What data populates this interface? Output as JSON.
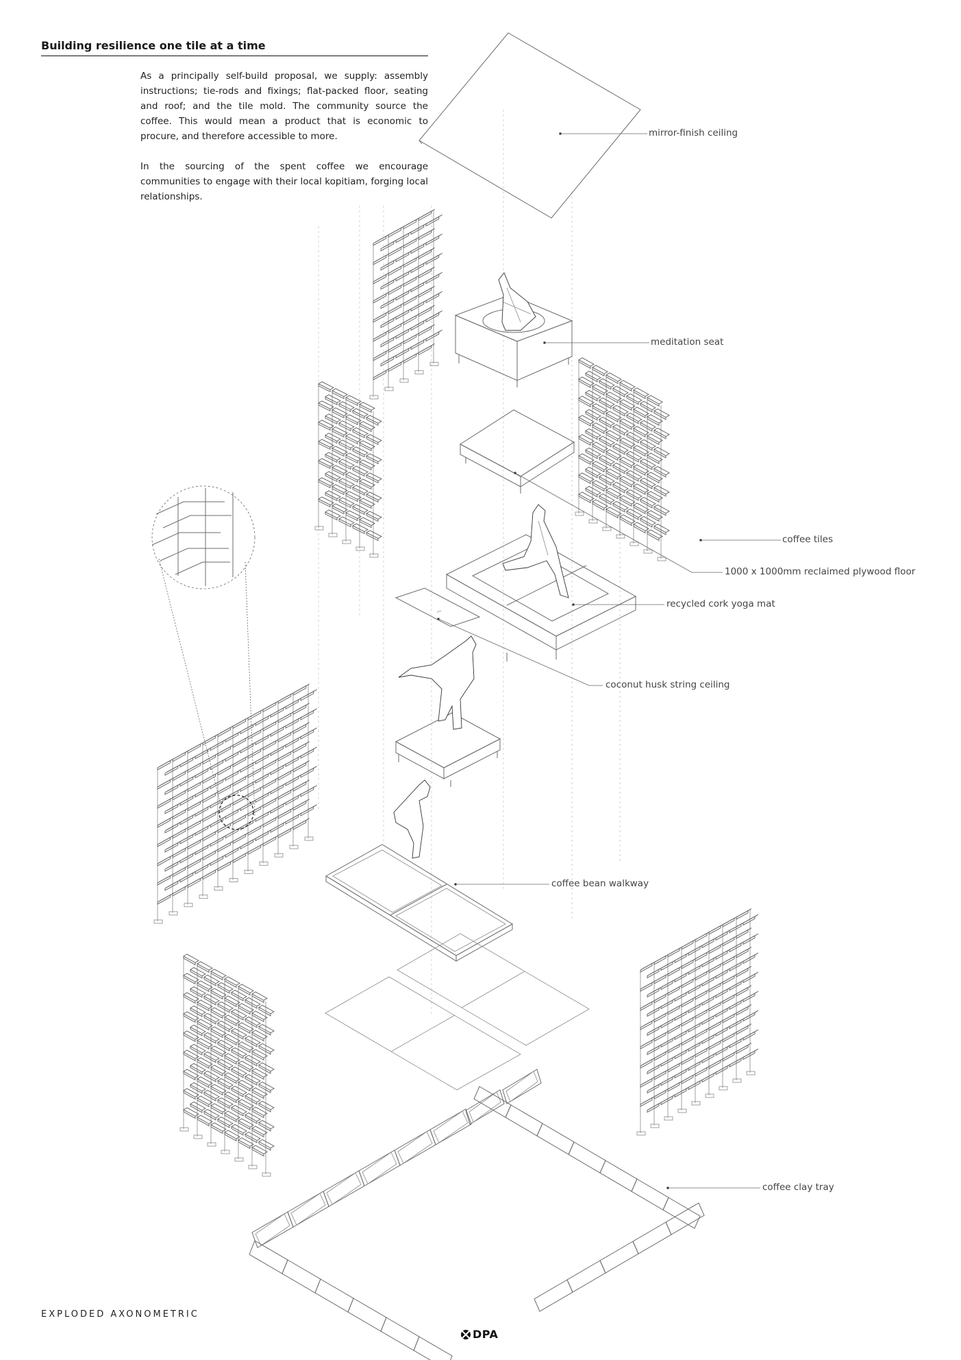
{
  "title": "Building resilience one tile at a time",
  "intro": [
    "As a principally self-build proposal, we supply: assembly instructions; tie-rods and fixings; flat-packed floor, seating and roof; and the tile mold. The community source the coffee. This would mean a product that is economic to procure, and therefore accessible to more.",
    "In the sourcing of the spent coffee we encourage communities to engage with their local kopitiam, forging local relationships."
  ],
  "callouts": {
    "mirror_ceiling": "mirror-finish ceiling",
    "meditation_seat": "meditation seat",
    "coffee_tiles": "coffee tiles",
    "plywood_floor": "1000 x 1000mm reclaimed plywood floor",
    "cork_mat": "recycled cork yoga mat",
    "coconut_ceiling": "coconut husk string ceiling",
    "coffee_walkway": "coffee bean walkway",
    "clay_tray": "coffee clay tray"
  },
  "footer": {
    "caption": "EXPLODED AXONOMETRIC",
    "logo": "DPA"
  }
}
